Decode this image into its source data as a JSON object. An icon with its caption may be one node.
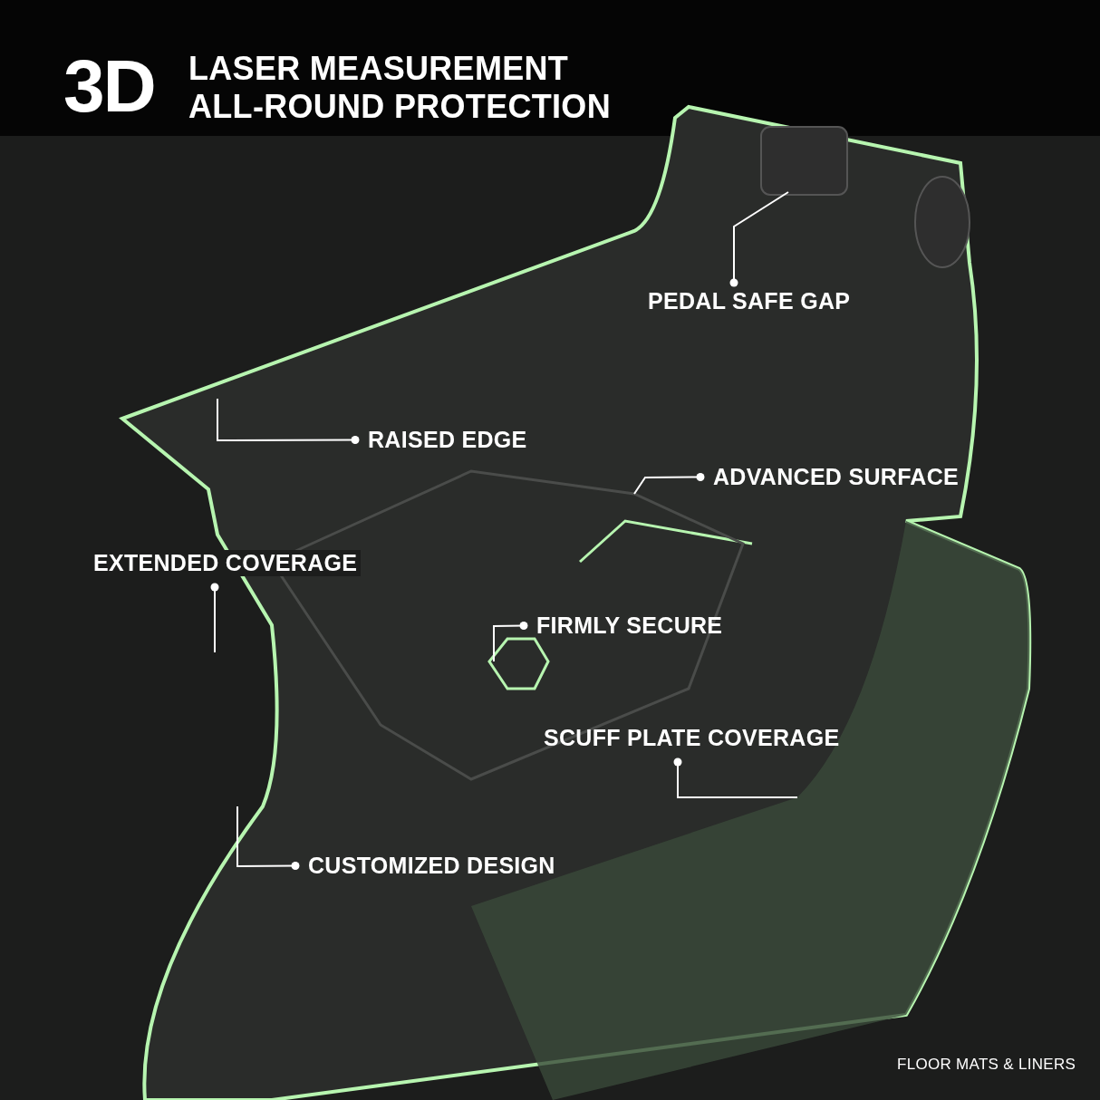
{
  "diagram": {
    "title": "3D",
    "nodes": [
      {
        "text": [
          "PEDAL SAFE GAP"
        ]
      },
      {
        "text": [
          "RAISED EDGE"
        ]
      },
      {
        "text": [
          "ADVANCED SURFACE"
        ]
      },
      {
        "text": [
          "EXTENDED COVERAGE"
        ]
      },
      {
        "text": [
          "FIRMLY SECURE"
        ]
      },
      {
        "text": [
          "SCUFF PLATE COVERAGE"
        ]
      },
      {
        "text": [
          "CUSTOMIZED DESIGN"
        ]
      }
    ],
    "edges": [
      {
        "from": 0,
        "to": null,
        "arrow": "other"
      },
      {
        "from": 1,
        "to": null,
        "arrow": "other"
      },
      {
        "from": 2,
        "to": null,
        "arrow": "other"
      },
      {
        "from": 3,
        "to": null,
        "arrow": "other"
      },
      {
        "from": 4,
        "to": null,
        "arrow": "other"
      },
      {
        "from": 5,
        "to": null,
        "arrow": "other"
      },
      {
        "from": 6,
        "to": null,
        "arrow": "other"
      }
    ],
    "labels": [
      "LASER MEASUREMENT ALL-ROUND PROTECTION",
      "FLOOR MATS & LINERS"
    ]
  }
}
